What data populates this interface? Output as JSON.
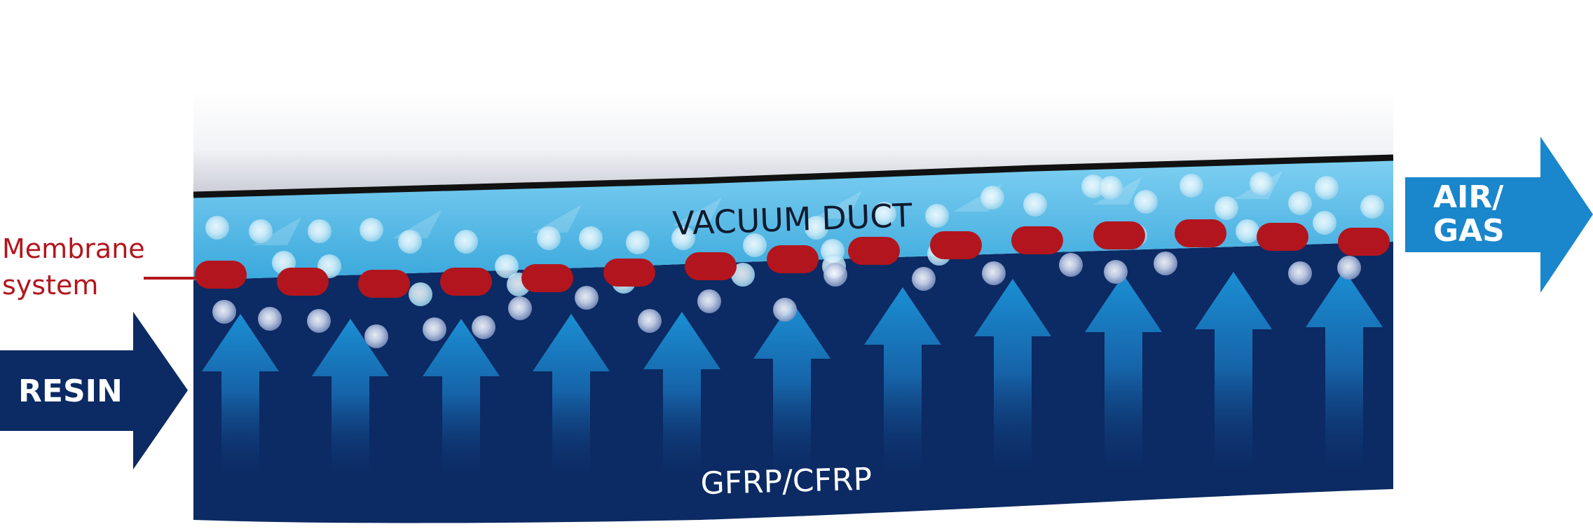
{
  "labels": {
    "vacuum_duct": "VACUUM DUCT",
    "laminate": "GFRP/CFRP",
    "membrane_line1": "Membrane",
    "membrane_line2": "system",
    "inlet": "RESIN",
    "outlet_line1": "AIR/",
    "outlet_line2": "GAS"
  },
  "colors": {
    "laminate": "#0c2a63",
    "vacuum_duct": "#4fb8e6",
    "membrane": "#b3151e",
    "outlet_arrow": "#1a86cc",
    "inlet_arrow": "#0c2a63",
    "bag_film": "#111111"
  },
  "icons": {
    "inlet_arrow": "arrow-right-icon",
    "outlet_arrow": "arrow-right-icon",
    "flow_arrows": "arrow-up-icon",
    "bubbles": "air-bubble-icon"
  }
}
